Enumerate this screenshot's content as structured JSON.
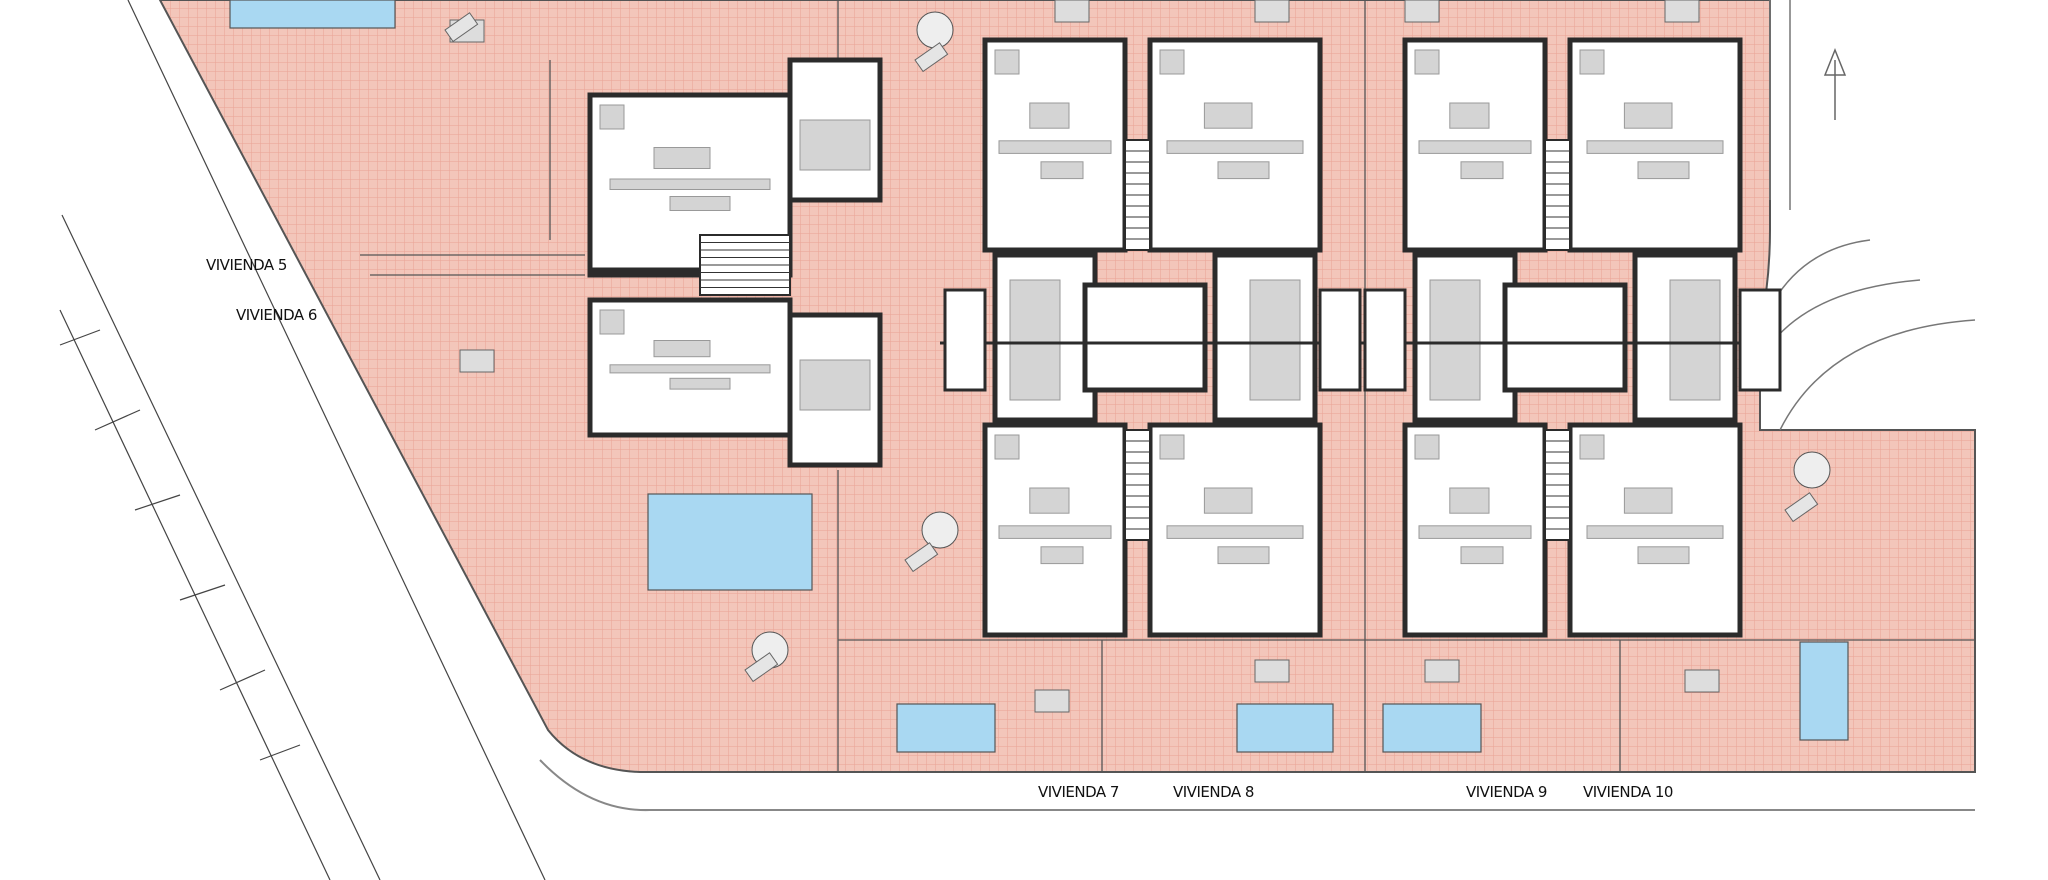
{
  "labels": {
    "house_5": "VIVIENDA 5",
    "house_6": "VIVIENDA 6",
    "house_7": "VIVIENDA 7",
    "house_8": "VIVIENDA 8",
    "house_9": "VIVIENDA 9",
    "house_10": "VIVIENDA 10"
  },
  "colors": {
    "terrace": "#f3c6ba",
    "terrace_grid": "#e9a394",
    "pool": "#a9d8f2",
    "wall": "#2b2b2b",
    "furniture": "#d4d4d4",
    "road": "#ffffff"
  }
}
